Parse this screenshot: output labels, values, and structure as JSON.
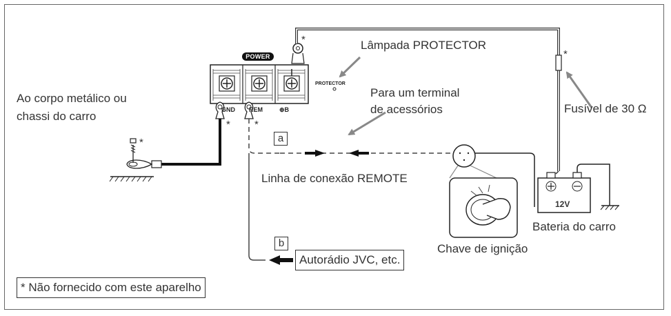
{
  "labels": {
    "lampada": "Lâmpada PROTECTOR",
    "protector": "PROTECTOR",
    "ground_dest_line1": "Ao corpo metálico ou",
    "ground_dest_line2": "chassi do carro",
    "acc_line1": "Para um terminal",
    "acc_line2": "de acessórios",
    "fuse": "Fusível de 30 Ω",
    "remote_line": "Linha de conexão REMOTE",
    "battery": "Bateria do carro",
    "battery_voltage": "12V",
    "ignition": "Chave de ignição",
    "radio": "Autorádio JVC, etc.",
    "footnote": "* Não fornecido com este aparelho",
    "marker_a": "a",
    "marker_b": "b",
    "power": "POWER",
    "term_gnd": "GND",
    "term_rem": "REM",
    "term_b": "B",
    "asterisk": "*"
  }
}
